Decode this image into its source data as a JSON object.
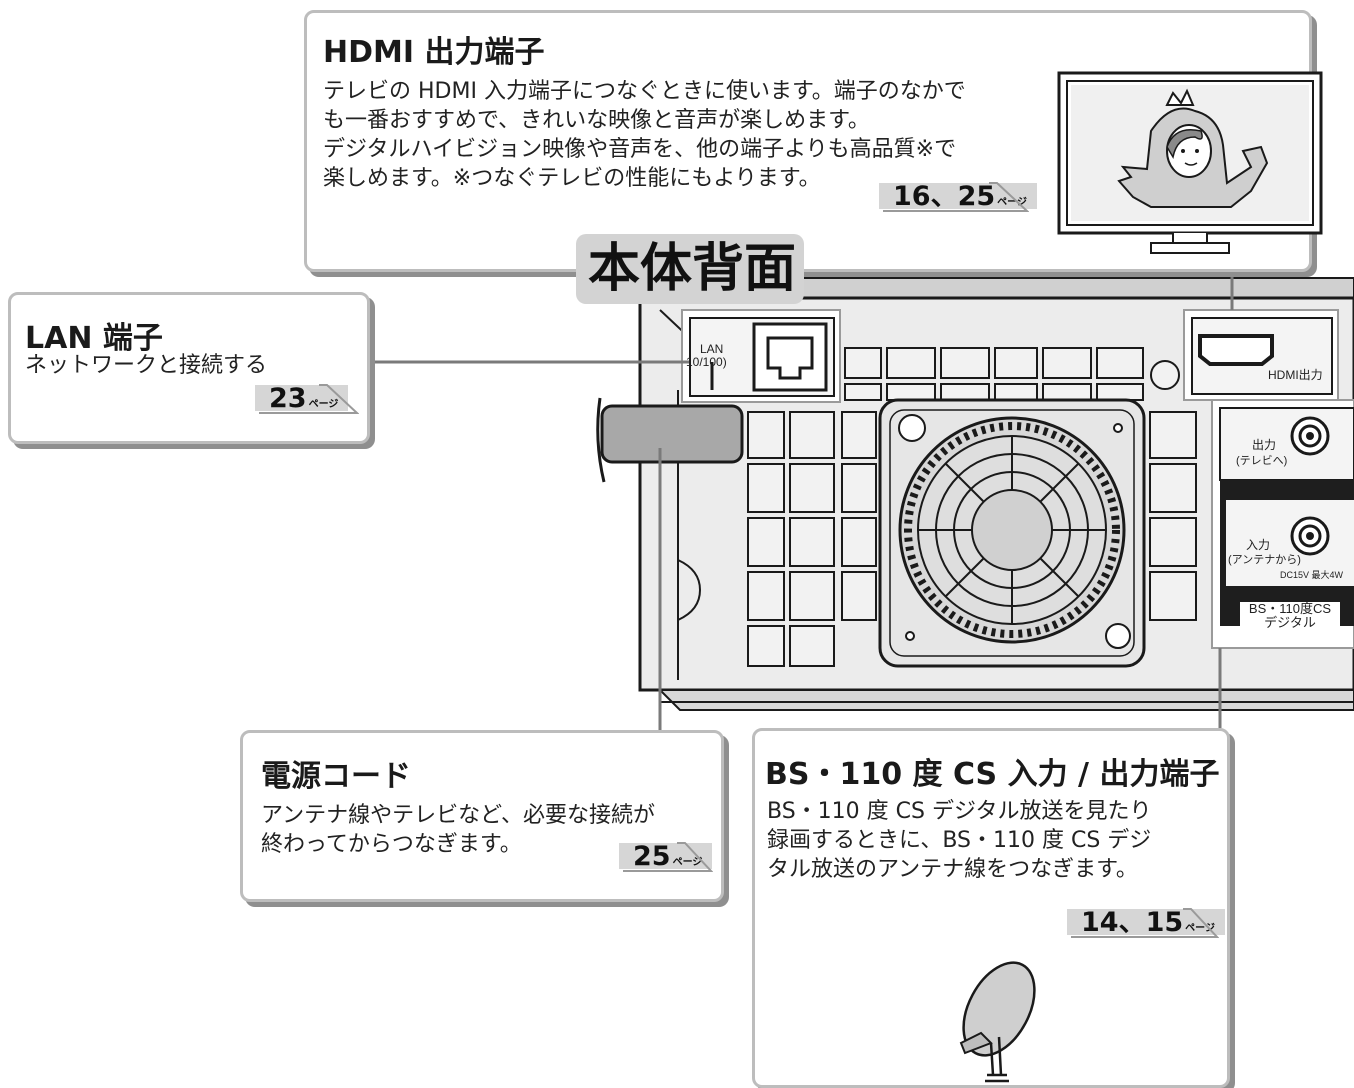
{
  "rear_title": "本体背面",
  "hdmi": {
    "title": "HDMI 出力端子",
    "lines": [
      "テレビの HDMI 入力端子につなぐときに使います。端子のなかで",
      "も一番おすすめで、きれいな映像と音声が楽しめます。",
      "デジタルハイビジョン映像や音声を、他の端子よりも高品質※で",
      "楽しめます。※つなぐテレビの性能にもよります。"
    ],
    "ref": "16、25",
    "ref_suffix": "ページ"
  },
  "lan": {
    "title": "LAN 端子",
    "lines": [
      "ネットワークと接続する"
    ],
    "ref": "23",
    "ref_suffix": "ページ"
  },
  "power": {
    "title": "電源コード",
    "lines": [
      "アンテナ線やテレビなど、必要な接続が",
      "終わってからつなぎます。"
    ],
    "ref": "25",
    "ref_suffix": "ページ"
  },
  "bs": {
    "title": "BS・110 度 CS 入力 / 出力端子",
    "lines": [
      "BS・110 度 CS デジタル放送を見たり",
      "録画するときに、BS・110 度 CS デジ",
      "タル放送のアンテナ線をつなぎます。"
    ],
    "ref": "14、15",
    "ref_suffix": "ページ"
  },
  "device_labels": {
    "lan_port": "LAN",
    "lan_speed": "10/100)",
    "hdmi_port": "HDMI出力",
    "out_label": "出力",
    "out_sub": "(テレビへ)",
    "in_label": "入力",
    "in_sub": "(アンテナから)",
    "in_power": "DC15V 最大4W",
    "bs_panel_1": "BS・110度CS",
    "bs_panel_2": "デジタル"
  },
  "icons": [
    "tv-icon",
    "dinosaur-character-icon",
    "satellite-dish-icon",
    "cooling-fan-icon",
    "power-cord-icon"
  ]
}
